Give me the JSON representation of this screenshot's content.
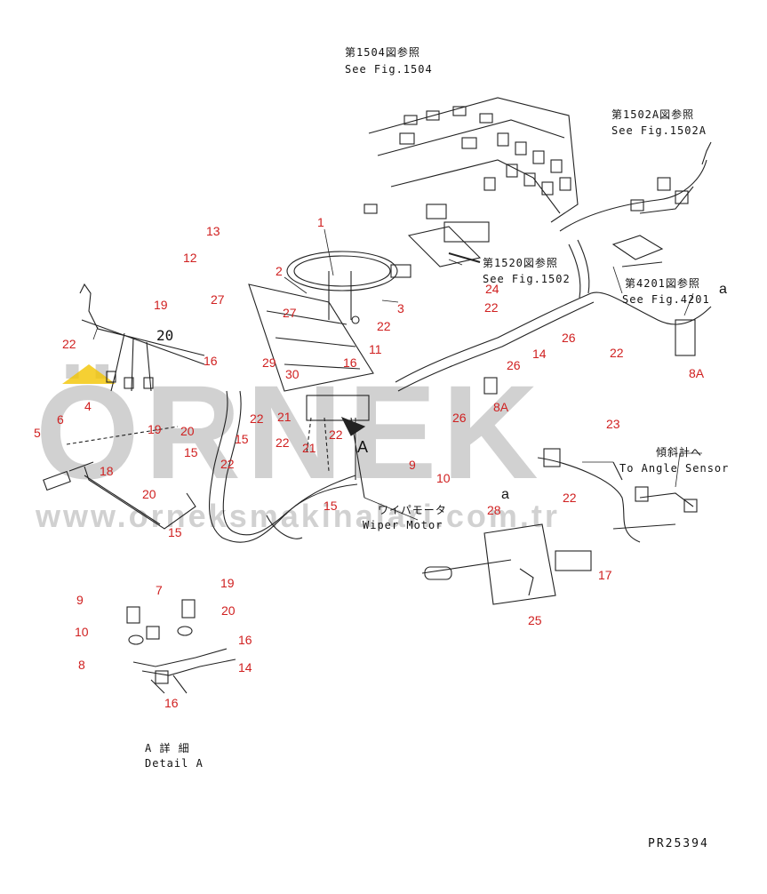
{
  "watermark": {
    "brand": "ÖRNEK",
    "url": "www.orneksmakinalari.com.tr",
    "accent_color": "#f2c400",
    "text_color": "#9a9a9a"
  },
  "references": {
    "fig1504_jp": "第1504図参照",
    "fig1504_en": "See Fig.1504",
    "fig1502a_jp": "第1502A図参照",
    "fig1502a_en": "See Fig.1502A",
    "fig1520_jp": "第1520図参照",
    "fig1520_en": "See Fig.1502",
    "fig4201_jp": "第4201図参照",
    "fig4201_en": "See Fig.4201",
    "angle_sensor_jp": "傾斜計へ",
    "angle_sensor_en": "To Angle Sensor",
    "wiper_jp": "ワイパモータ",
    "wiper_en": "Wiper Motor",
    "detail_jp": "A 詳 細",
    "detail_en": "Detail A",
    "drawing_code": "PR25394"
  },
  "markers": {
    "view_a": "A",
    "ref_a": "a"
  },
  "callouts": [
    {
      "id": "1",
      "text": "1"
    },
    {
      "id": "2",
      "text": "2"
    },
    {
      "id": "3",
      "text": "3"
    },
    {
      "id": "4",
      "text": "4"
    },
    {
      "id": "5",
      "text": "5"
    },
    {
      "id": "6",
      "text": "6"
    },
    {
      "id": "7",
      "text": "7"
    },
    {
      "id": "8",
      "text": "8"
    },
    {
      "id": "8A",
      "text": "8A"
    },
    {
      "id": "9",
      "text": "9"
    },
    {
      "id": "10",
      "text": "10"
    },
    {
      "id": "11",
      "text": "11"
    },
    {
      "id": "12",
      "text": "12"
    },
    {
      "id": "13",
      "text": "13"
    },
    {
      "id": "14",
      "text": "14"
    },
    {
      "id": "15",
      "text": "15"
    },
    {
      "id": "16",
      "text": "16"
    },
    {
      "id": "17",
      "text": "17"
    },
    {
      "id": "18",
      "text": "18"
    },
    {
      "id": "19",
      "text": "19"
    },
    {
      "id": "20",
      "text": "20"
    },
    {
      "id": "21",
      "text": "21"
    },
    {
      "id": "22",
      "text": "22"
    },
    {
      "id": "23",
      "text": "23"
    },
    {
      "id": "24",
      "text": "24"
    },
    {
      "id": "25",
      "text": "25"
    },
    {
      "id": "26",
      "text": "26"
    },
    {
      "id": "27",
      "text": "27"
    },
    {
      "id": "28",
      "text": "28"
    },
    {
      "id": "29",
      "text": "29"
    },
    {
      "id": "30",
      "text": "30"
    }
  ]
}
